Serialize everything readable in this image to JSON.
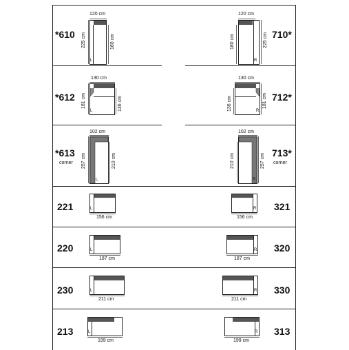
{
  "rows": [
    {
      "left": {
        "code": "*610",
        "sub": "",
        "width": "120 cm",
        "depth_outer": "225 cm",
        "depth_inner": "180 cm",
        "side": "L"
      },
      "right": {
        "code": "710*",
        "sub": "",
        "width": "120 cm",
        "depth_outer": "225 cm",
        "depth_inner": "180 cm",
        "side": "R"
      }
    },
    {
      "left": {
        "code": "*612",
        "sub": "",
        "width": "130 cm",
        "depth_outer": "181 cm",
        "depth_inner": "136 cm",
        "side": "L"
      },
      "right": {
        "code": "712*",
        "sub": "",
        "width": "130 cm",
        "depth_outer": "181 cm",
        "depth_inner": "136 cm",
        "side": "R"
      }
    },
    {
      "left": {
        "code": "*613",
        "sub": "corner",
        "width": "102 cm",
        "depth_outer": "257 cm",
        "depth_inner": "210 cm",
        "side": "L"
      },
      "right": {
        "code": "713*",
        "sub": "corner",
        "width": "102 cm",
        "depth_outer": "257 cm",
        "depth_inner": "210 cm",
        "side": "R"
      }
    },
    {
      "left": {
        "code": "221",
        "width": "156 cm",
        "side": "L"
      },
      "right": {
        "code": "321",
        "width": "156 cm",
        "side": "R"
      }
    },
    {
      "left": {
        "code": "220",
        "width": "187 cm",
        "side": "L"
      },
      "right": {
        "code": "320",
        "width": "187 cm",
        "side": "R"
      }
    },
    {
      "left": {
        "code": "230",
        "width": "211 cm",
        "side": "L"
      },
      "right": {
        "code": "330",
        "width": "211 cm",
        "side": "R"
      }
    },
    {
      "left": {
        "code": "213",
        "width": "199 cm",
        "side": "L"
      },
      "right": {
        "code": "313",
        "width": "199 cm",
        "side": "R"
      }
    }
  ],
  "colors": {
    "line": "#222222",
    "backrest": "#555555",
    "backrest_light": "#8a8a8a",
    "seat": "#ffffff"
  }
}
